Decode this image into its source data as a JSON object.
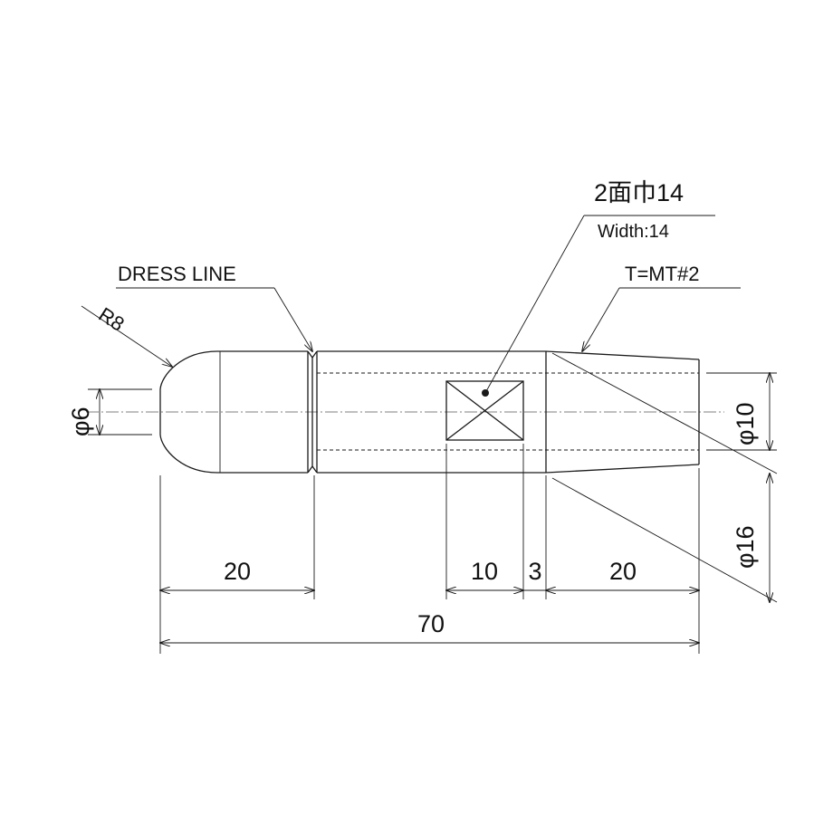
{
  "labels": {
    "width_jp": "2面巾14",
    "width_en": "Width:14",
    "taper": "T=MT#2",
    "dress_line": "DRESS LINE",
    "radius": "R8"
  },
  "dimensions": {
    "dia_tip": "φ6",
    "dia_shank": "φ10",
    "dia_body": "φ16",
    "len_tip": "20",
    "len_flat": "10",
    "len_gap": "3",
    "len_taper": "20",
    "len_total": "70"
  }
}
